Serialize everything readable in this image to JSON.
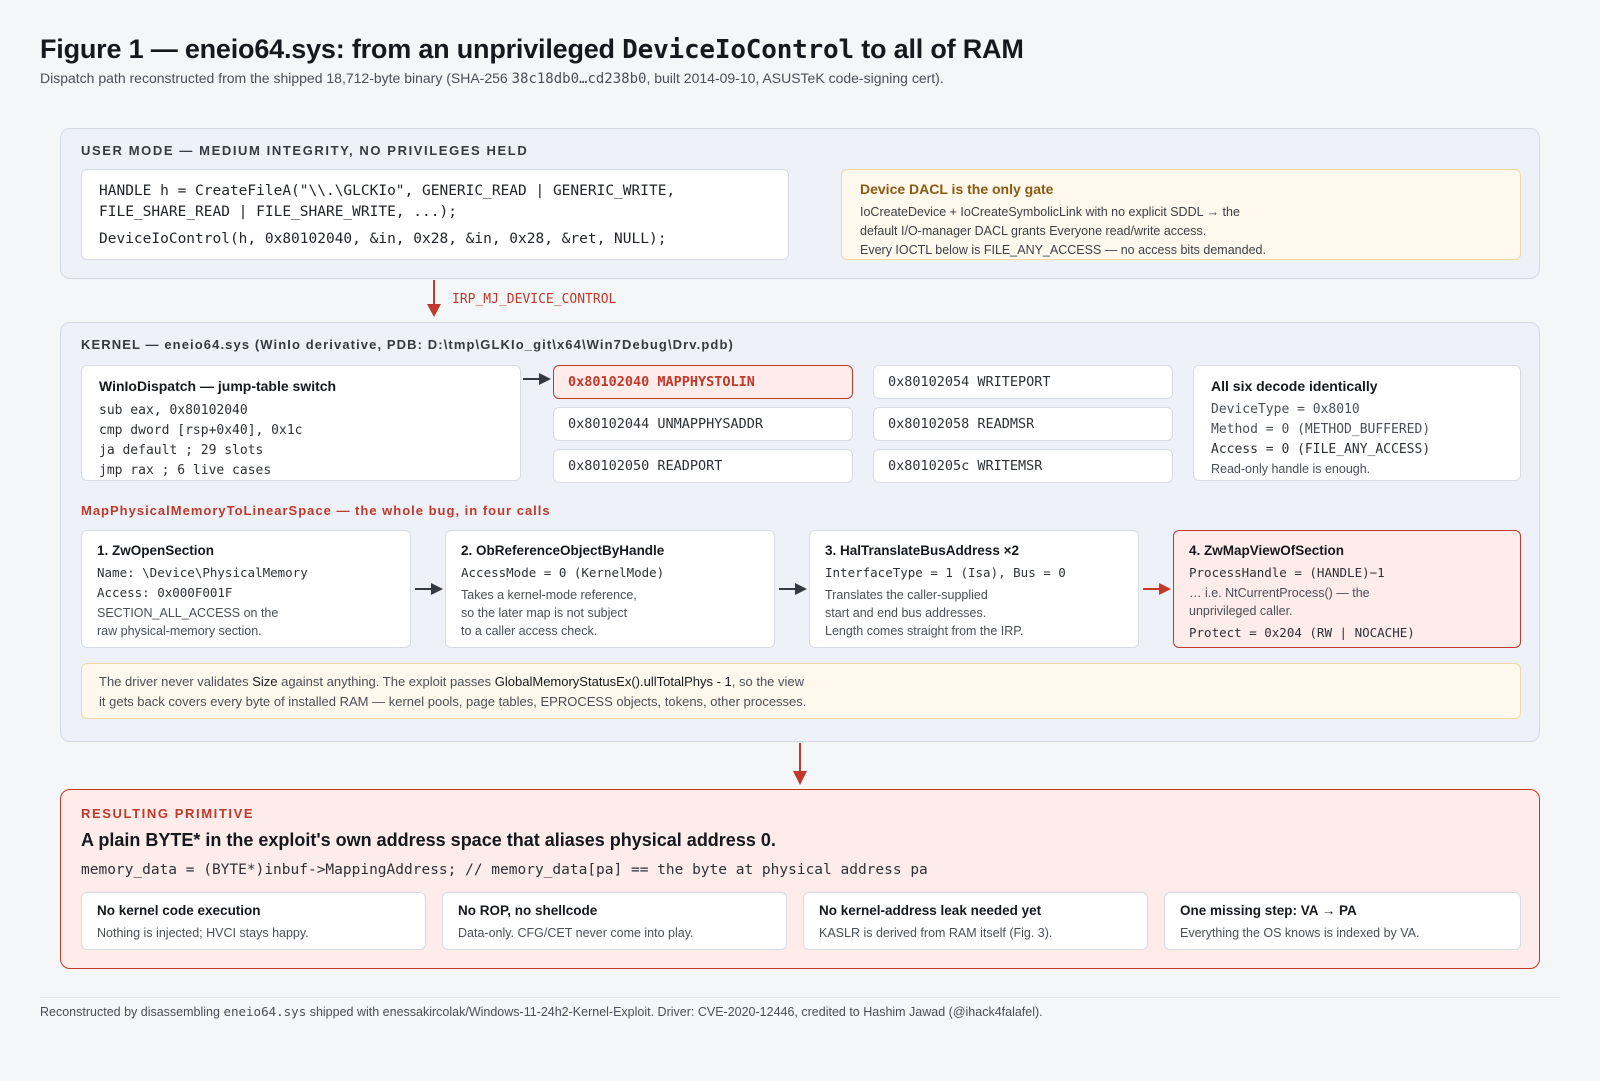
{
  "figure": {
    "title_prefix": "Figure 1 — eneio64.sys: from an unprivileged ",
    "title_code": "DeviceIoControl",
    "title_suffix": " to all of RAM",
    "subtitle_prefix": "Dispatch path reconstructed from the shipped 18,712-byte binary (SHA-256 ",
    "subtitle_code": "38c18db0…cd238b0",
    "subtitle_suffix": ", built 2014-09-10, ASUSTeK code-signing cert)."
  },
  "user_mode": {
    "label": "USER MODE — MEDIUM INTEGRITY, NO PRIVILEGES HELD",
    "code_line1": "HANDLE h = CreateFileA(\"\\\\.\\GLCKIo\", GENERIC_READ | GENERIC_WRITE,",
    "code_line2": "FILE_SHARE_READ | FILE_SHARE_WRITE, ...);",
    "code_line3": "DeviceIoControl(h, 0x80102040, &in, 0x28, &in, 0x28, &ret, NULL);",
    "dacl_title": "Device DACL is the only gate",
    "dacl_line1": "IoCreateDevice + IoCreateSymbolicLink with no explicit SDDL → the",
    "dacl_line2": "default I/O-manager DACL grants Everyone read/write access.",
    "dacl_line3": "Every IOCTL below is FILE_ANY_ACCESS — no access bits demanded."
  },
  "arrow1_label": "IRP_MJ_DEVICE_CONTROL",
  "kernel": {
    "label": "KERNEL — eneio64.sys (WinIo derivative, PDB: D:\\tmp\\GLKIo_git\\x64\\Win7Debug\\Drv.pdb)",
    "dispatch_title": "WinIoDispatch — jump-table switch",
    "dispatch_code": [
      "sub eax, 0x80102040",
      "cmp dword [rsp+0x40], 0x1c",
      "ja default ; 29 slots",
      "jmp rax ; 6 live cases"
    ],
    "ioctls": [
      "0x80102040 MAPPHYSTOLIN",
      "0x80102044 UNMAPPHYSADDR",
      "0x80102050 READPORT",
      "0x80102054 WRITEPORT",
      "0x80102058 READMSR",
      "0x8010205c WRITEMSR"
    ],
    "decode_title": "All six decode identically",
    "decode_line1": "DeviceType = 0x8010",
    "decode_line2": "Method = 0 (METHOD_BUFFERED)",
    "decode_line3": "Access = 0 (FILE_ANY_ACCESS)",
    "decode_line4": "Read-only handle is enough.",
    "bug_label": "MapPhysicalMemoryToLinearSpace — the whole bug, in four calls",
    "steps": [
      {
        "title": "1. ZwOpenSection",
        "code1": "Name: \\Device\\PhysicalMemory",
        "code2": "Access: 0x000F001F",
        "text1": "SECTION_ALL_ACCESS on the",
        "text2": "raw physical-memory section.",
        "text3": ""
      },
      {
        "title": "2. ObReferenceObjectByHandle",
        "code1": "AccessMode = 0 (KernelMode)",
        "code2": "",
        "text1": "Takes a kernel-mode reference,",
        "text2": "so the later map is not subject",
        "text3": "to a caller access check."
      },
      {
        "title": "3. HalTranslateBusAddress ×2",
        "code1": "InterfaceType = 1 (Isa), Bus = 0",
        "code2": "",
        "text1": "Translates the caller-supplied",
        "text2": "start and end bus addresses.",
        "text3": "Length comes straight from the IRP."
      },
      {
        "title": "4. ZwMapViewOfSection",
        "code1": "ProcessHandle = (HANDLE)−1",
        "code2": "Protect = 0x204 (RW | NOCACHE)",
        "text1": "… i.e. NtCurrentProcess() — the",
        "text2": "unprivileged caller.",
        "text3": ""
      }
    ],
    "note_p1": "The driver never validates ",
    "note_size": "Size",
    "note_p2": " against anything. The exploit passes ",
    "note_call": "GlobalMemoryStatusEx().ullTotalPhys - 1",
    "note_p3": ", so the view",
    "note_line2": "it gets back covers every byte of installed RAM — kernel pools, page tables, EPROCESS objects, tokens, other processes."
  },
  "primitive": {
    "label": "RESULTING PRIMITIVE",
    "headline": "A plain BYTE* in the exploit's own address space that aliases physical address 0.",
    "code": "memory_data = (BYTE*)inbuf->MappingAddress; // memory_data[pa] == the byte at physical address pa",
    "facts": [
      {
        "title": "No kernel code execution",
        "text": "Nothing is injected; HVCI stays happy."
      },
      {
        "title": "No ROP, no shellcode",
        "text": "Data-only. CFG/CET never come into play."
      },
      {
        "title": "No kernel-address leak needed yet",
        "text": "KASLR is derived from RAM itself (Fig. 3)."
      },
      {
        "title": "One missing step: VA → PA",
        "text": "Everything the OS knows is indexed by VA."
      }
    ]
  },
  "footer": {
    "prefix": "Reconstructed by disassembling ",
    "code": "eneio64.sys",
    "suffix": " shipped with enessakircolak/Windows-11-24h2-Kernel-Exploit. Driver: CVE-2020-12446, credited to Hashim Jawad (@ihack4falafel)."
  },
  "colors": {
    "accent_red": "#c0392b",
    "panel_bg": "#eef1f7",
    "note_bg": "#fff8ec",
    "red_bg": "#fdecea",
    "dacl_title": "#8a5a12"
  }
}
